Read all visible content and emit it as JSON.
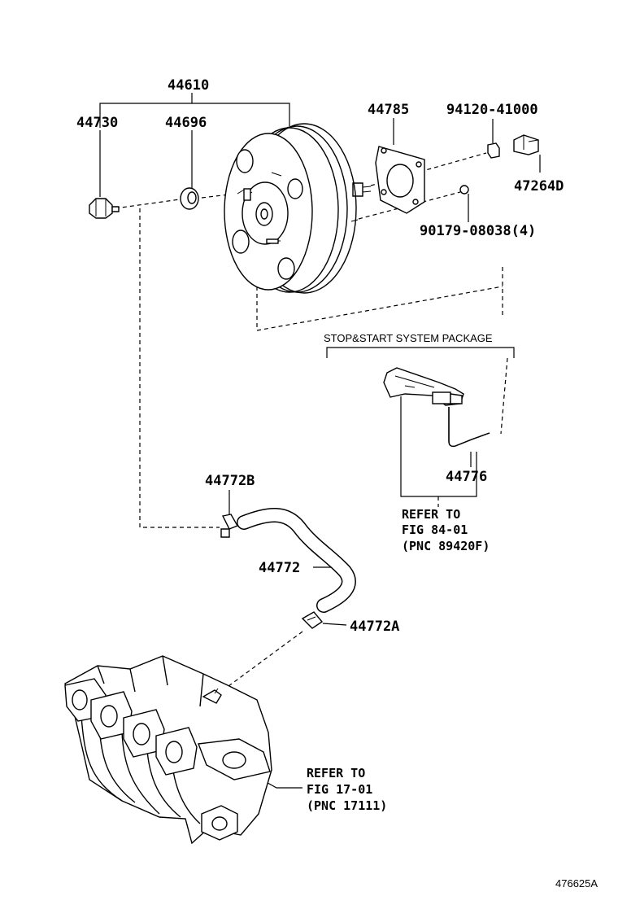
{
  "parts": {
    "booster_assy": "44610",
    "check_valve": "44730",
    "grommet": "44696",
    "gasket": "44785",
    "nut_a": "94120-41000",
    "bracket_clip": "47264D",
    "nut_b": "90179-08038(4)",
    "hose_clip_b": "44772B",
    "vacuum_hose": "44772",
    "hose_clip_a": "44772A",
    "sensor_hose": "44776"
  },
  "package_label": "STOP&START SYSTEM PACKAGE",
  "refer_1": {
    "line1": "REFER TO",
    "line2": "FIG 84-01",
    "line3": "(PNC 89420F)"
  },
  "refer_2": {
    "line1": "REFER TO",
    "line2": "FIG 17-01",
    "line3": "(PNC 17111)"
  },
  "diagram_code": "476625A"
}
